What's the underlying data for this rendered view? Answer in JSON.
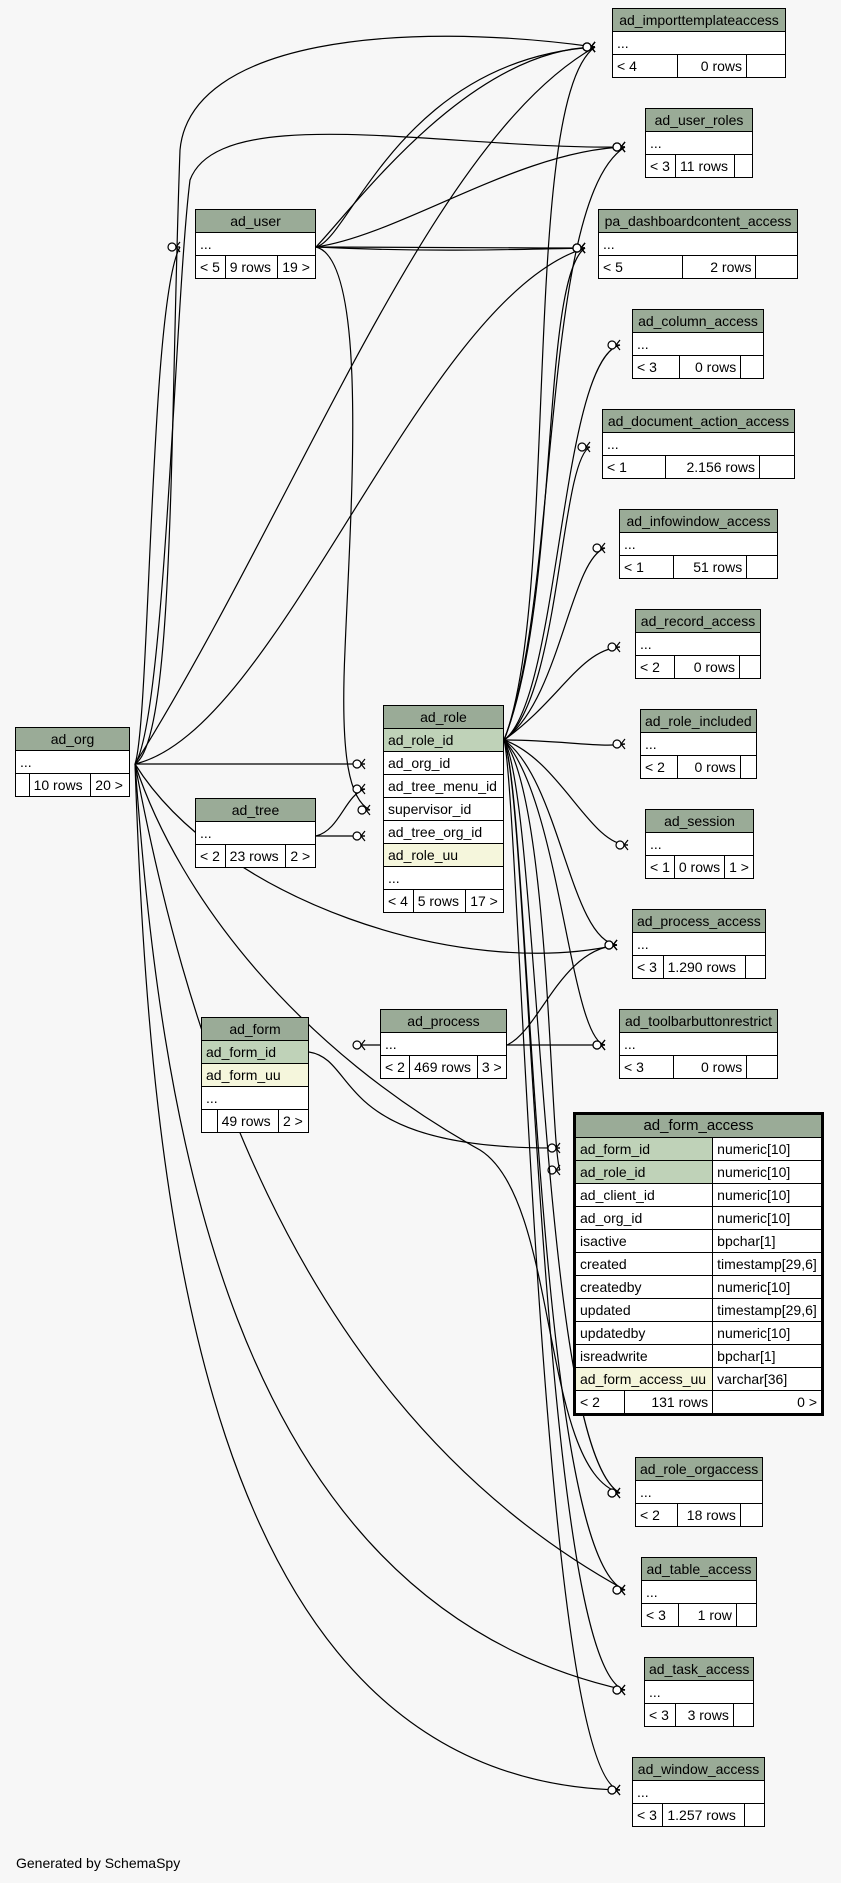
{
  "footer": "Generated by SchemaSpy",
  "tables": {
    "ad_importtemplateaccess": {
      "name": "ad_importtemplateaccess",
      "ellipsis": "...",
      "left": "< 4",
      "rows": "0 rows",
      "right": ""
    },
    "ad_user_roles": {
      "name": "ad_user_roles",
      "ellipsis": "...",
      "left": "< 3",
      "rows": "11 rows",
      "right": ""
    },
    "ad_user": {
      "name": "ad_user",
      "ellipsis": "...",
      "left": "< 5",
      "rows": "9 rows",
      "right": "19 >"
    },
    "pa_dashboardcontent_access": {
      "name": "pa_dashboardcontent_access",
      "ellipsis": "...",
      "left": "< 5",
      "rows": "2 rows",
      "right": ""
    },
    "ad_column_access": {
      "name": "ad_column_access",
      "ellipsis": "...",
      "left": "< 3",
      "rows": "0 rows",
      "right": ""
    },
    "ad_document_action_access": {
      "name": "ad_document_action_access",
      "ellipsis": "...",
      "left": "< 1",
      "rows": "2.156 rows",
      "right": ""
    },
    "ad_infowindow_access": {
      "name": "ad_infowindow_access",
      "ellipsis": "...",
      "left": "< 1",
      "rows": "51 rows",
      "right": ""
    },
    "ad_record_access": {
      "name": "ad_record_access",
      "ellipsis": "...",
      "left": "< 2",
      "rows": "0 rows",
      "right": ""
    },
    "ad_org": {
      "name": "ad_org",
      "ellipsis": "...",
      "left": "",
      "rows": "10 rows",
      "right": "20 >"
    },
    "ad_role": {
      "name": "ad_role",
      "cols": [
        "ad_role_id",
        "ad_org_id",
        "ad_tree_menu_id",
        "supervisor_id",
        "ad_tree_org_id",
        "ad_role_uu"
      ],
      "ellipsis": "...",
      "left": "< 4",
      "rows": "5 rows",
      "right": "17 >"
    },
    "ad_role_included": {
      "name": "ad_role_included",
      "ellipsis": "...",
      "left": "< 2",
      "rows": "0 rows",
      "right": ""
    },
    "ad_tree": {
      "name": "ad_tree",
      "ellipsis": "...",
      "left": "< 2",
      "rows": "23 rows",
      "right": "2 >"
    },
    "ad_session": {
      "name": "ad_session",
      "ellipsis": "...",
      "left": "< 1",
      "rows": "0 rows",
      "right": "1 >"
    },
    "ad_process_access": {
      "name": "ad_process_access",
      "ellipsis": "...",
      "left": "< 3",
      "rows": "1.290 rows",
      "right": ""
    },
    "ad_form": {
      "name": "ad_form",
      "cols": [
        "ad_form_id",
        "ad_form_uu"
      ],
      "ellipsis": "...",
      "left": "",
      "rows": "49 rows",
      "right": "2 >"
    },
    "ad_process": {
      "name": "ad_process",
      "ellipsis": "...",
      "left": "< 2",
      "rows": "469 rows",
      "right": "3 >"
    },
    "ad_toolbarbuttonrestrict": {
      "name": "ad_toolbarbuttonrestrict",
      "ellipsis": "...",
      "left": "< 3",
      "rows": "0 rows",
      "right": ""
    },
    "ad_form_access": {
      "name": "ad_form_access",
      "columns": [
        {
          "name": "ad_form_id",
          "type": "numeric[10]"
        },
        {
          "name": "ad_role_id",
          "type": "numeric[10]"
        },
        {
          "name": "ad_client_id",
          "type": "numeric[10]"
        },
        {
          "name": "ad_org_id",
          "type": "numeric[10]"
        },
        {
          "name": "isactive",
          "type": "bpchar[1]"
        },
        {
          "name": "created",
          "type": "timestamp[29,6]"
        },
        {
          "name": "createdby",
          "type": "numeric[10]"
        },
        {
          "name": "updated",
          "type": "timestamp[29,6]"
        },
        {
          "name": "updatedby",
          "type": "numeric[10]"
        },
        {
          "name": "isreadwrite",
          "type": "bpchar[1]"
        },
        {
          "name": "ad_form_access_uu",
          "type": "varchar[36]"
        }
      ],
      "left": "< 2",
      "rows": "131 rows",
      "right": "0 >"
    },
    "ad_role_orgaccess": {
      "name": "ad_role_orgaccess",
      "ellipsis": "...",
      "left": "< 2",
      "rows": "18 rows",
      "right": ""
    },
    "ad_table_access": {
      "name": "ad_table_access",
      "ellipsis": "...",
      "left": "< 3",
      "rows": "1 row",
      "right": ""
    },
    "ad_task_access": {
      "name": "ad_task_access",
      "ellipsis": "...",
      "left": "< 3",
      "rows": "3 rows",
      "right": ""
    },
    "ad_window_access": {
      "name": "ad_window_access",
      "ellipsis": "...",
      "left": "< 3",
      "rows": "1.257 rows",
      "right": ""
    }
  },
  "colors": {
    "header": "#9aab97",
    "primary_key": "#bfd2b8",
    "unique": "#f5f6dc",
    "background": "#f7f7f7"
  }
}
